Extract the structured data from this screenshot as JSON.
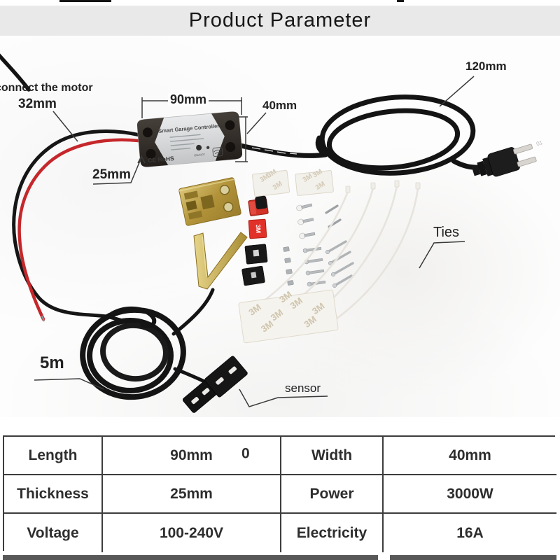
{
  "header": {
    "title": "Product Parameter"
  },
  "annotations": {
    "connect_motor": "connect the motor",
    "dim_32": "32mm",
    "dim_90": "90mm",
    "dim_40": "40mm",
    "dim_25": "25mm",
    "dim_120": "120mm",
    "ties": "Ties",
    "length_5m": "5m",
    "sensor": "sensor"
  },
  "device": {
    "name": "Smart Garage Controller",
    "cert": "CE RoHS",
    "switch_label": "ON/OFF"
  },
  "items": {
    "pad_brand": "3M",
    "plug_marking": "01"
  },
  "spec_table": {
    "rows": [
      [
        "Length",
        "90mm",
        "Width",
        "40mm"
      ],
      [
        "Thickness",
        "25mm",
        "Power",
        "3000W"
      ],
      [
        "Voltage",
        "100-240V",
        "Electricity",
        "16A"
      ]
    ],
    "stray_mark": "0"
  },
  "colors": {
    "header_bg": "#e9e9e9",
    "red_wire": "#c5272b",
    "black_wire": "#161616",
    "gold": "#bfa04a",
    "red_part": "#e23128",
    "table_border": "#3d3d3d"
  }
}
